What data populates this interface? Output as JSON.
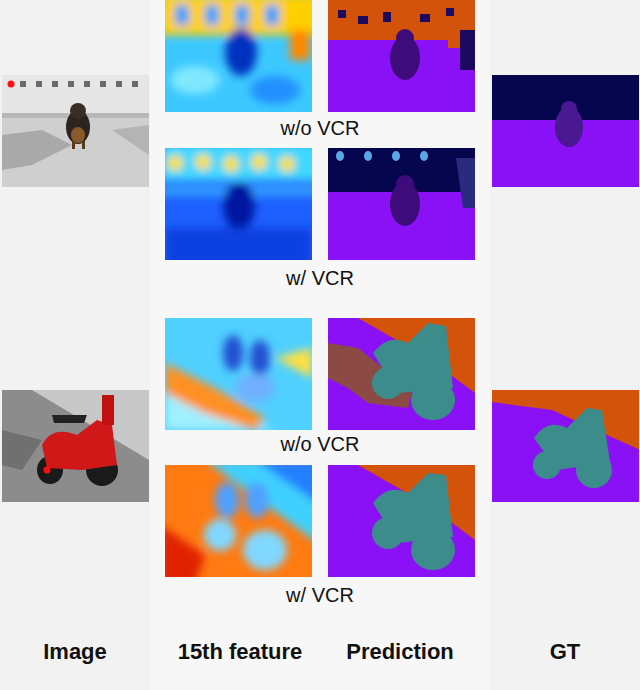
{
  "diagram": {
    "labels": [
      "w/o VCR",
      "w/ VCR",
      "w/o VCR",
      "w/ VCR",
      "Image",
      "15th feature",
      "Prediction",
      "GT"
    ]
  }
}
